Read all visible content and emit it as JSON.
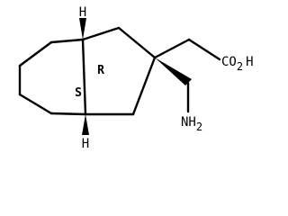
{
  "molecule": {
    "stereo_top_h": "H",
    "stereo_bottom_h": "H",
    "descriptor_r": "R",
    "descriptor_s": "S",
    "acid_group": "CO",
    "acid_group_subscript": "2",
    "acid_group_h": "H",
    "amine_group": "NH",
    "amine_group_subscript": "2"
  }
}
